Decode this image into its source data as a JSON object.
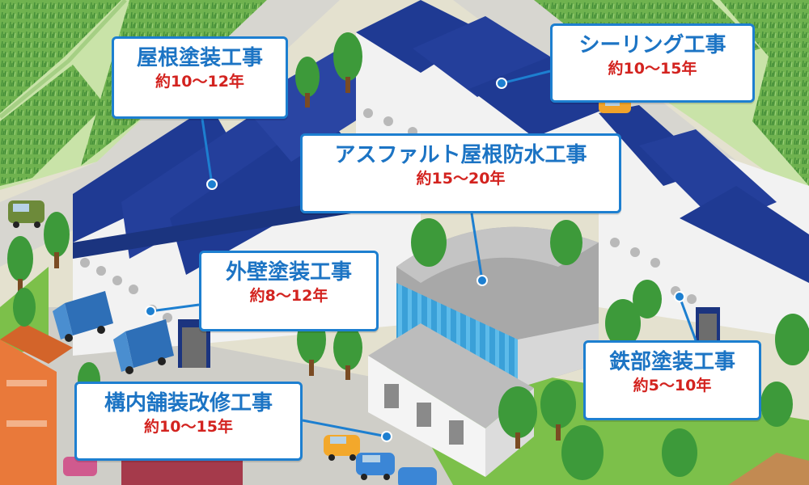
{
  "callouts": [
    {
      "id": "roof",
      "title": "屋根塗装工事",
      "period": "約10〜12年"
    },
    {
      "id": "sealing",
      "title": "シーリング工事",
      "period": "約10〜15年"
    },
    {
      "id": "asphalt",
      "title": "アスファルト屋根防水工事",
      "period": "約15〜20年"
    },
    {
      "id": "wall",
      "title": "外壁塗装工事",
      "period": "約8〜12年"
    },
    {
      "id": "steel",
      "title": "鉄部塗装工事",
      "period": "約5〜10年"
    },
    {
      "id": "paving",
      "title": "構内舗装改修工事",
      "period": "約10〜15年"
    }
  ],
  "colors": {
    "callout_border": "#1d7fd0",
    "title_text": "#1c74c4",
    "period_text": "#d3231f",
    "roof": "#1f3a93",
    "road": "#d9d9d4",
    "grass": "#7cc04a",
    "field": "#5fa94a",
    "tree": "#3d9a3a",
    "wall": "#f3f3f3",
    "glass": "#3aa0d8"
  },
  "icons": [
    "pointer-dot-icon"
  ]
}
